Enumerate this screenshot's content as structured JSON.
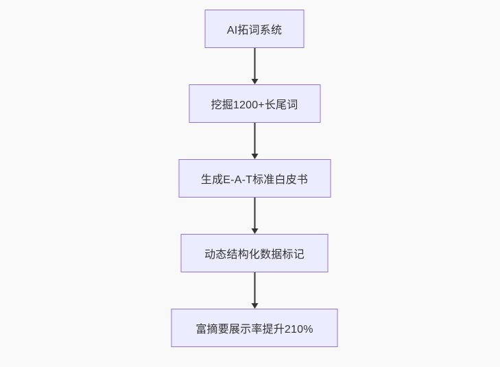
{
  "diagram": {
    "type": "flowchart",
    "direction": "top-down",
    "colors": {
      "background": "#f9f9f9",
      "node_fill": "#ECECFF",
      "node_border": "#9370DB",
      "text": "#333333",
      "arrow": "#333333"
    },
    "nodes": [
      {
        "id": "n1",
        "label": "AI拓词系统"
      },
      {
        "id": "n2",
        "label": "挖掘1200+长尾词"
      },
      {
        "id": "n3",
        "label": "生成E-A-T标准白皮书"
      },
      {
        "id": "n4",
        "label": "动态结构化数据标记"
      },
      {
        "id": "n5",
        "label": "富摘要展示率提升210%"
      }
    ],
    "edges": [
      {
        "from": "n1",
        "to": "n2"
      },
      {
        "from": "n2",
        "to": "n3"
      },
      {
        "from": "n3",
        "to": "n4"
      },
      {
        "from": "n4",
        "to": "n5"
      }
    ]
  }
}
